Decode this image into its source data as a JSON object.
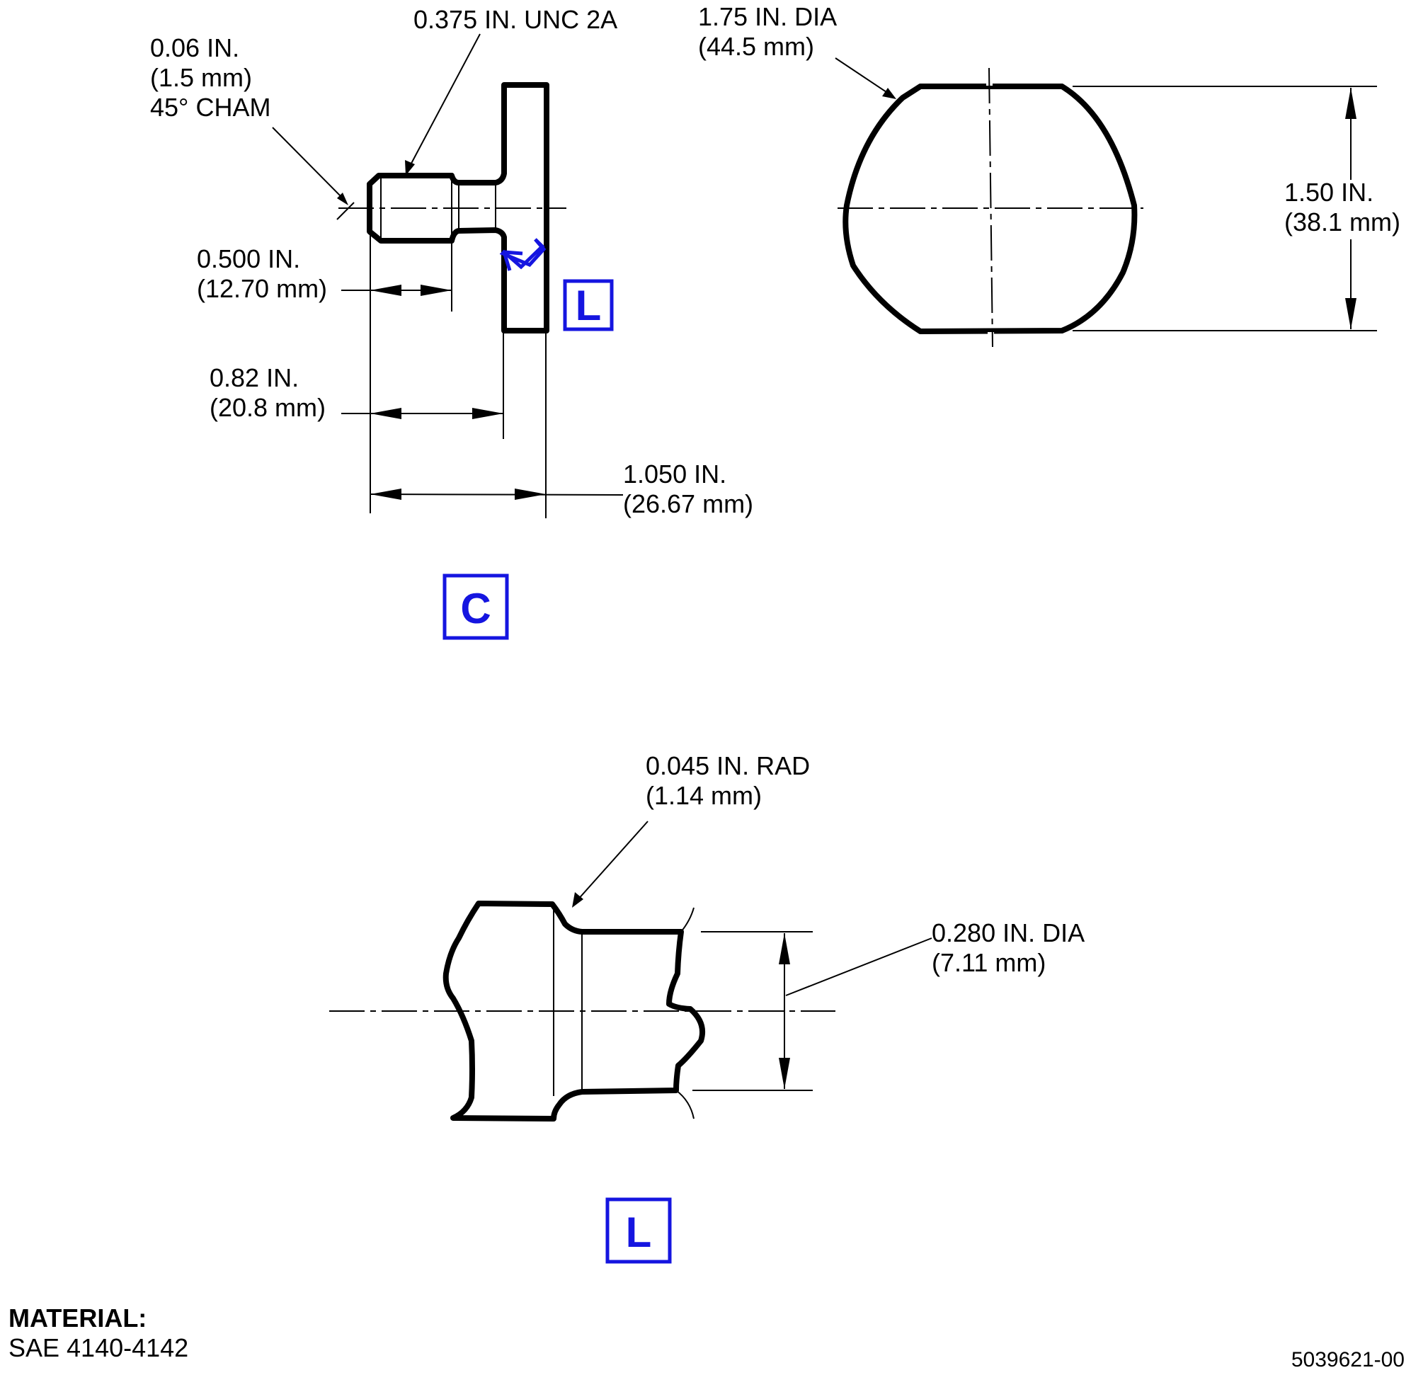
{
  "side_view": {
    "chamfer": {
      "line1": "0.06 IN.",
      "line2": "(1.5 mm)",
      "line3": "45° CHAM"
    },
    "thread": {
      "line1": "0.375 IN. UNC 2A"
    },
    "thread_length": {
      "line1": "0.500 IN.",
      "line2": "(12.70 mm)"
    },
    "shoulder_length": {
      "line1": "0.82 IN.",
      "line2": "(20.8 mm)"
    },
    "overall_length": {
      "line1": "1.050 IN.",
      "line2": "(26.67 mm)"
    },
    "detail_callout": "L",
    "view_label": "C"
  },
  "end_view": {
    "diameter": {
      "line1": "1.75 IN. DIA",
      "line2": "(44.5 mm)"
    },
    "flat_width": {
      "line1": "1.50 IN.",
      "line2": "(38.1 mm)"
    }
  },
  "detail_view": {
    "radius": {
      "line1": "0.045 IN. RAD",
      "line2": "(1.14 mm)"
    },
    "neck_diameter": {
      "line1": "0.280 IN. DIA",
      "line2": "(7.11 mm)"
    },
    "view_label": "L"
  },
  "material": {
    "heading": "MATERIAL:",
    "spec": "SAE 4140-4142"
  },
  "part_number": "5039621-00",
  "colors": {
    "callout": "#1515e0",
    "lines": "#000000"
  }
}
